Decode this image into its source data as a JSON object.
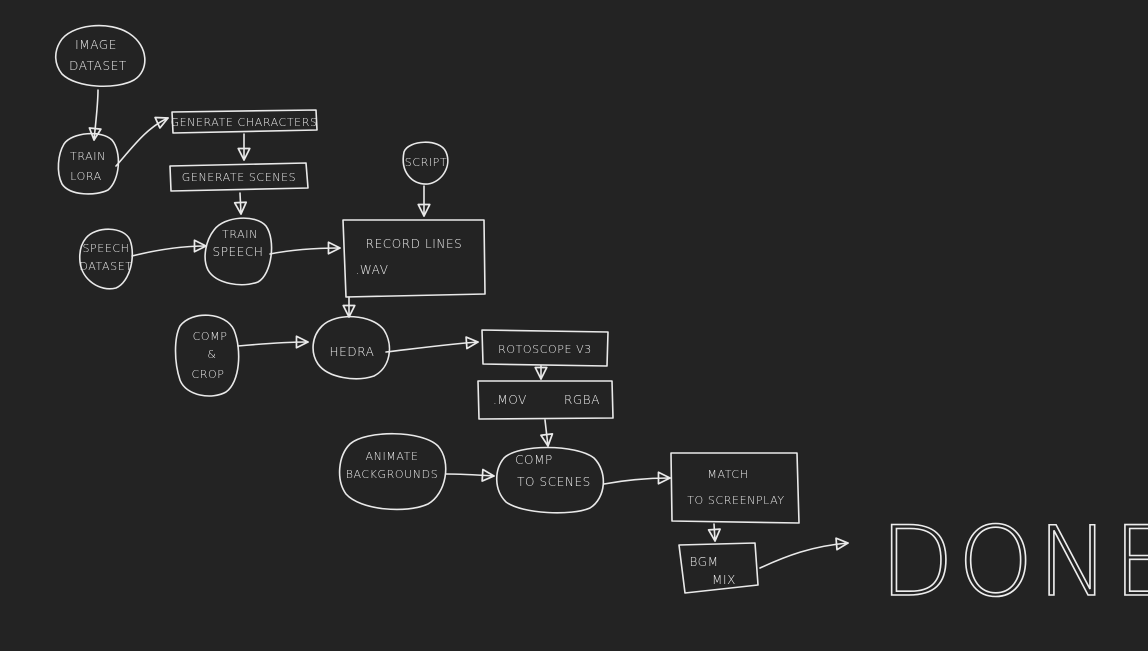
{
  "nodes": {
    "image_dataset": {
      "line1": "IMAGE",
      "line2": "DATASET"
    },
    "train_lora": {
      "line1": "TRAIN",
      "line2": "LORA"
    },
    "generate_characters": {
      "label": "GENERATE CHARACTERS"
    },
    "generate_scenes": {
      "label": "GENERATE SCENES"
    },
    "script": {
      "label": "SCRIPT"
    },
    "speech_dataset": {
      "line1": "SPEECH",
      "line2": "DATASET"
    },
    "train_speech": {
      "line1": "TRAIN",
      "line2": "SPEECH"
    },
    "record_lines": {
      "line1": "RECORD LINES",
      "line2": ".WAV"
    },
    "comp_crop": {
      "line1": "COMP",
      "line2": "&",
      "line3": "CROP"
    },
    "hedra": {
      "label": "HEDRA"
    },
    "rotoscope": {
      "label": "ROTOSCOPE V3"
    },
    "mov_rgba": {
      "left": ".MOV",
      "right": "RGBA"
    },
    "animate_backgrounds": {
      "line1": "ANIMATE",
      "line2": "BACKGROUNDS"
    },
    "comp_to_scenes": {
      "line1": "COMP",
      "line2": "TO SCENES"
    },
    "match_screenplay": {
      "line1": "MATCH",
      "line2": "TO SCREENPLAY"
    },
    "bgm_mix": {
      "line1": "BGM",
      "line2": "MIX"
    },
    "done": {
      "label": "DONE"
    }
  },
  "colors": {
    "background": "#232323",
    "ink": "#e9e9e9"
  }
}
